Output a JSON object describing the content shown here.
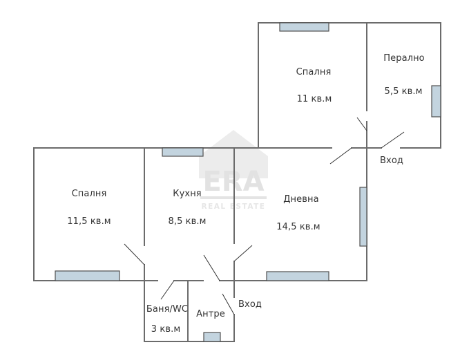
{
  "watermark": {
    "brand": "ERA",
    "subtitle": "REAL ESTATE",
    "color": "#e6e6e6"
  },
  "colors": {
    "wall": "#6b6b6b",
    "door": "#333333",
    "window_fill": "#c3d4df",
    "window_stroke": "#4f4f4f"
  },
  "rooms": [
    {
      "id": "bedroom-upper",
      "name": "Спалня",
      "area": "11 кв.м"
    },
    {
      "id": "laundry",
      "name": "Перално",
      "area": "5,5 кв.м"
    },
    {
      "id": "bedroom-lower",
      "name": "Спалня",
      "area": "11,5 кв.м"
    },
    {
      "id": "kitchen",
      "name": "Кухня",
      "area": "8,5 кв.м"
    },
    {
      "id": "living",
      "name": "Дневна",
      "area": "14,5 кв.м"
    },
    {
      "id": "bath",
      "name": "Баня/WC",
      "area": "3 кв.м"
    },
    {
      "id": "hall",
      "name": "Антре",
      "area": ""
    }
  ],
  "entrances": [
    {
      "id": "entrance-upper",
      "label": "Вход"
    },
    {
      "id": "entrance-lower",
      "label": "Вход"
    }
  ]
}
